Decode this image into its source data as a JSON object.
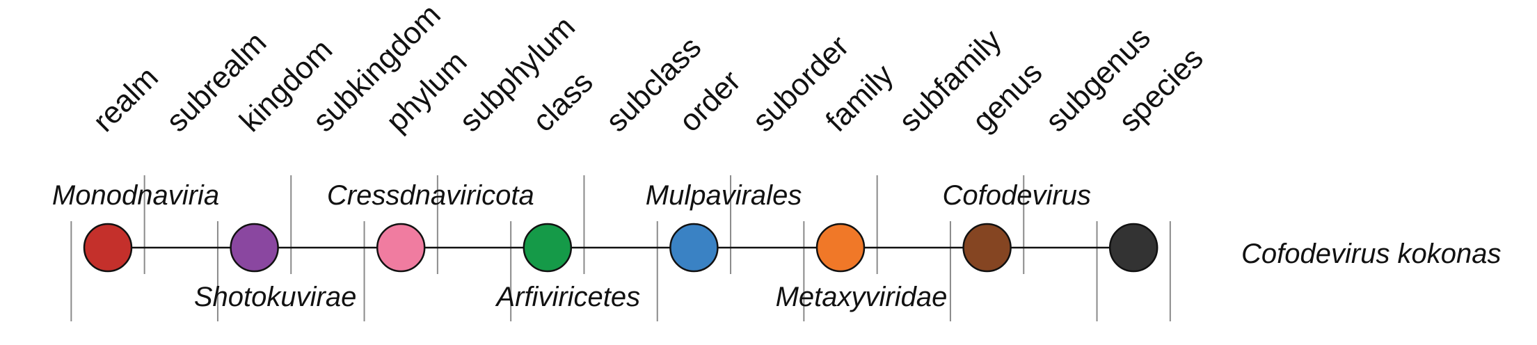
{
  "ranks": [
    "realm",
    "subrealm",
    "kingdom",
    "subkingdom",
    "phylum",
    "subphylum",
    "class",
    "subclass",
    "order",
    "suborder",
    "family",
    "subfamily",
    "genus",
    "subgenus",
    "species"
  ],
  "nodes": [
    {
      "rank_index": 0,
      "color": "#c4302b",
      "label": "Monodnaviria",
      "label_pos": "above"
    },
    {
      "rank_index": 2,
      "color": "#8a47a0",
      "label": "Shotokuvirae",
      "label_pos": "below"
    },
    {
      "rank_index": 4,
      "color": "#f07ca0",
      "label": "Cressdnaviricota",
      "label_pos": "above"
    },
    {
      "rank_index": 6,
      "color": "#159a48",
      "label": "Arfiviricetes",
      "label_pos": "below"
    },
    {
      "rank_index": 8,
      "color": "#3a82c4",
      "label": "Mulpavirales",
      "label_pos": "above"
    },
    {
      "rank_index": 10,
      "color": "#f07828",
      "label": "Metaxyviridae",
      "label_pos": "below"
    },
    {
      "rank_index": 12,
      "color": "#854522",
      "label": "Cofodevirus",
      "label_pos": "above"
    },
    {
      "rank_index": 14,
      "color": "#333333",
      "label": "",
      "label_pos": "none"
    }
  ],
  "species_name": "Cofodevirus kokonas"
}
